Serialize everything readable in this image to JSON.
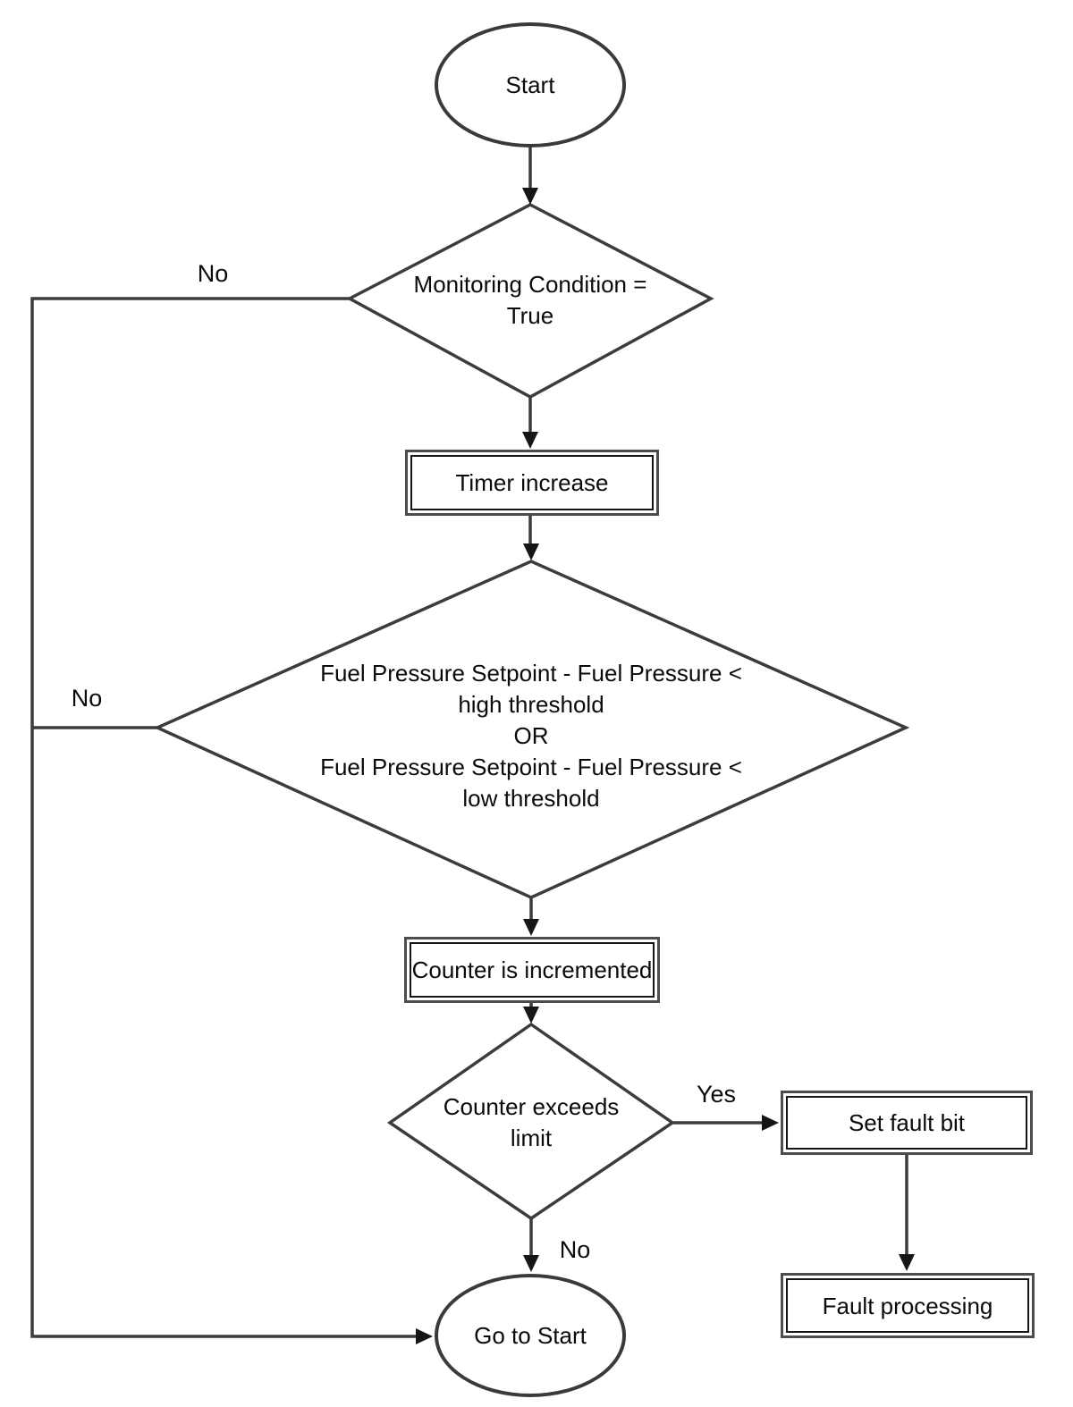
{
  "diagram": {
    "type": "flowchart",
    "background_color": "#ffffff",
    "line_color": "#3c3c3c",
    "text_color": "#0a0a0a",
    "nodes": {
      "start": {
        "shape": "ellipse",
        "label": "Start"
      },
      "monitoring_condition": {
        "shape": "diamond",
        "label": "Monitoring Condition =\nTrue"
      },
      "timer_increase": {
        "shape": "rectangle",
        "label": "Timer increase"
      },
      "fuel_pressure_check": {
        "shape": "diamond",
        "label": "Fuel Pressure Setpoint - Fuel Pressure <\nhigh threshold\nOR\nFuel Pressure Setpoint - Fuel Pressure <\nlow threshold"
      },
      "counter_incremented": {
        "shape": "rectangle",
        "label": "Counter is incremented"
      },
      "counter_exceeds_limit": {
        "shape": "diamond",
        "label": "Counter exceeds\nlimit"
      },
      "set_fault_bit": {
        "shape": "rectangle",
        "label": "Set fault bit"
      },
      "fault_processing": {
        "shape": "rectangle",
        "label": "Fault processing"
      },
      "go_to_start": {
        "shape": "ellipse",
        "label": "Go to Start"
      }
    },
    "edge_labels": {
      "monitoring_no": "No",
      "fuel_check_no": "No",
      "counter_yes": "Yes",
      "counter_no": "No"
    }
  }
}
